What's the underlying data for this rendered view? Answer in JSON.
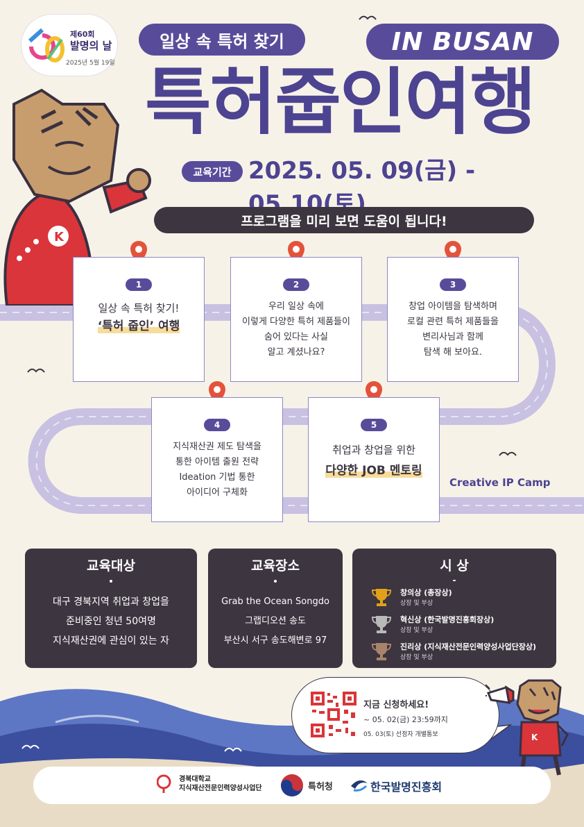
{
  "badge": {
    "edition": "제60회",
    "name": "발명의 날",
    "date": "2025년 5월 19일"
  },
  "header": {
    "subtitle": "일상 속 특허 찾기",
    "city": "IN BUSAN",
    "title": "특허줍인여행",
    "period_label": "교육기간",
    "period_dates": "2025. 05. 09(금) - 05.10(토)",
    "preview": "프로그램을 미리 보면 도움이 됩니다!"
  },
  "steps": [
    {
      "num": "1",
      "lines": [
        "일상 속 특허 찾기!",
        "‘특허 줍인’ 여행"
      ]
    },
    {
      "num": "2",
      "lines": [
        "우리 일상 속에",
        "이렇게 다양한 특허 제품들이",
        "숨어 있다는 사실",
        "알고 계셨나요?"
      ]
    },
    {
      "num": "3",
      "lines": [
        "창업 아이템을 탐색하며",
        "로컬 관련 특허 제품들을",
        "변리사님과 함께",
        "탐색 해 보아요."
      ]
    },
    {
      "num": "4",
      "lines": [
        "지식재산권 제도 탐색을",
        "통한 아이템 출원 전략",
        "Ideation 기법 통한",
        "아이디어 구체화"
      ]
    },
    {
      "num": "5",
      "lines": [
        "취업과 창업을 위한",
        "다양한 JOB 멘토링"
      ]
    }
  ],
  "camp_label": "Creative IP Camp",
  "target": {
    "heading": "교육대상",
    "lines": [
      "대구 경북지역 취업과 창업을",
      "준비중인 청년 50여명",
      "지식재산권에 관심이 있는 자"
    ]
  },
  "venue": {
    "heading": "교육장소",
    "lines": [
      "Grab the Ocean Songdo",
      "그랩디오션 송도",
      "부산시 서구 송도해변로 97"
    ]
  },
  "awards": {
    "heading": "시 상",
    "items": [
      {
        "name": "창의상 (총장상)",
        "sub": "상장 및 부상",
        "color": "#e0a21a"
      },
      {
        "name": "혁신상 (한국발명진흥회장상)",
        "sub": "상장 및 부상",
        "color": "#b9b9b9"
      },
      {
        "name": "진리상 (지식재산전문인력양성사업단장상)",
        "sub": "상장 및 부상",
        "color": "#a9846a"
      }
    ]
  },
  "apply": {
    "title": "지금 신청하세요!",
    "until": "~ 05. 02(금) 23:59까지",
    "notice": "05. 03(토) 선정자 개별통보"
  },
  "footer": {
    "org1_line1": "경북대학교",
    "org1_line2": "지식재산전문인력양성사업단",
    "org2": "특허청",
    "org3": "한국발명진흥회"
  },
  "colors": {
    "primary": "#584c9a",
    "dark": "#3d3540",
    "background": "#f7f2e8",
    "path": "#c8c1e2",
    "pin": "#e4523b"
  }
}
